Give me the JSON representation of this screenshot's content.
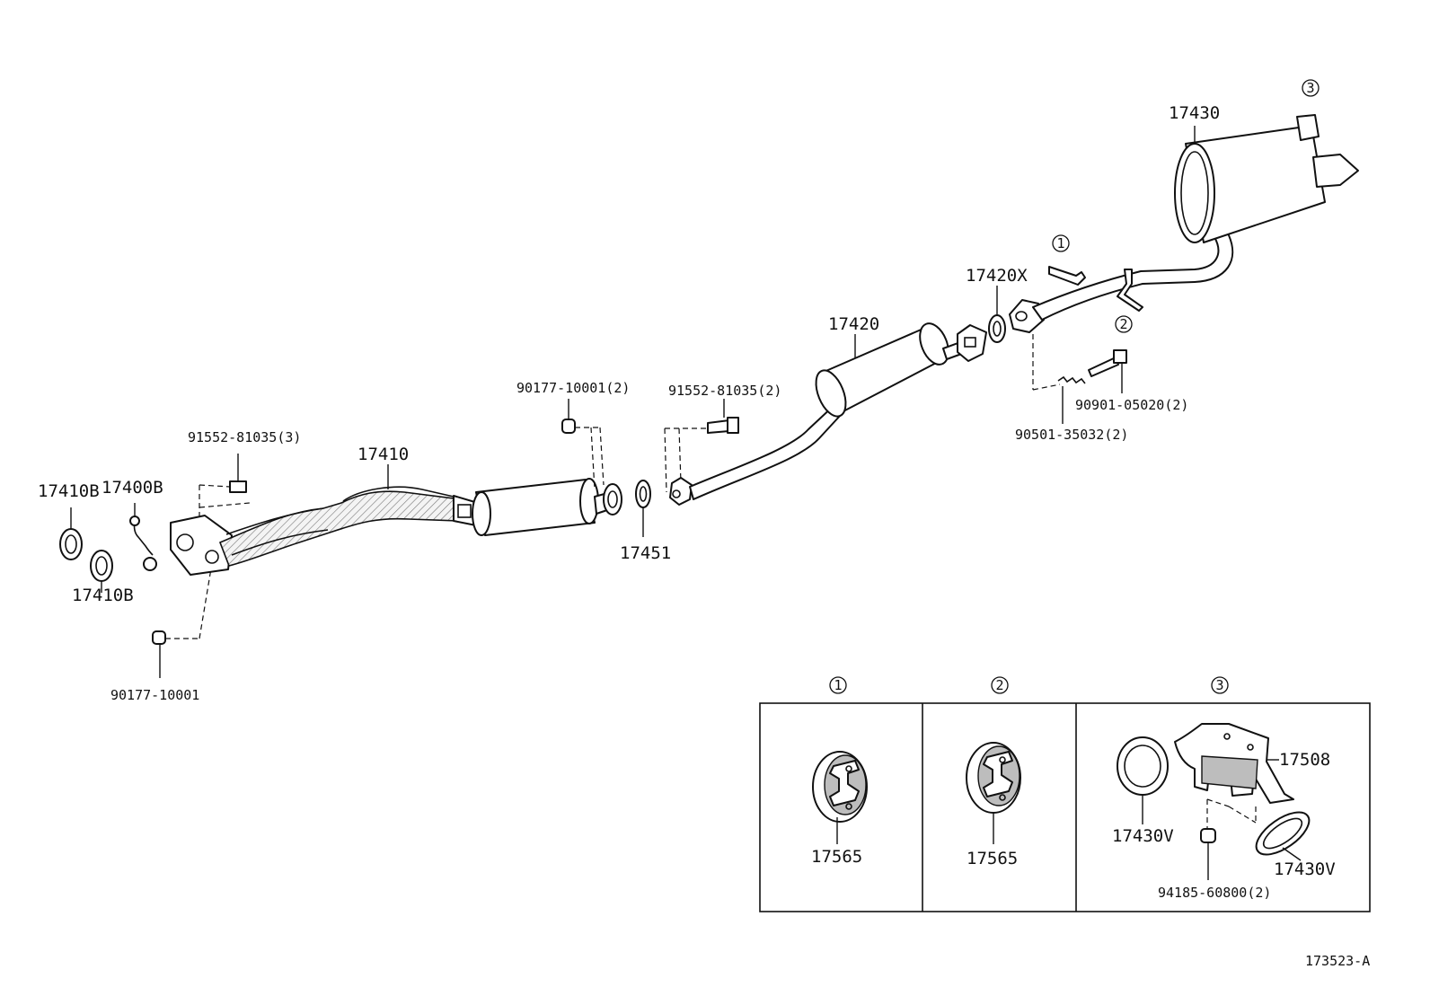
{
  "labels": {
    "p17410B_top": "17410B",
    "p17400B": "17400B",
    "p17410B_bottom": "17410B",
    "p91552_3": "91552-81035(3)",
    "p17410": "17410",
    "p90177_single": "90177-10001",
    "p90177_2": "90177-10001(2)",
    "p91552_2": "91552-81035(2)",
    "p17451": "17451",
    "p17420": "17420",
    "p17420X": "17420X",
    "p90501": "90501-35032(2)",
    "p90901": "90901-05020(2)",
    "p17430": "17430",
    "p17565_a": "17565",
    "p17565_b": "17565",
    "p17508": "17508",
    "p17430V_left": "17430V",
    "p17430V_right": "17430V",
    "p94185": "94185-60800(2)",
    "figure_code": "173523-A"
  },
  "markers": {
    "m1": "1",
    "m2": "2",
    "m3": "3",
    "box1": "1",
    "box2": "2",
    "box3": "3"
  }
}
